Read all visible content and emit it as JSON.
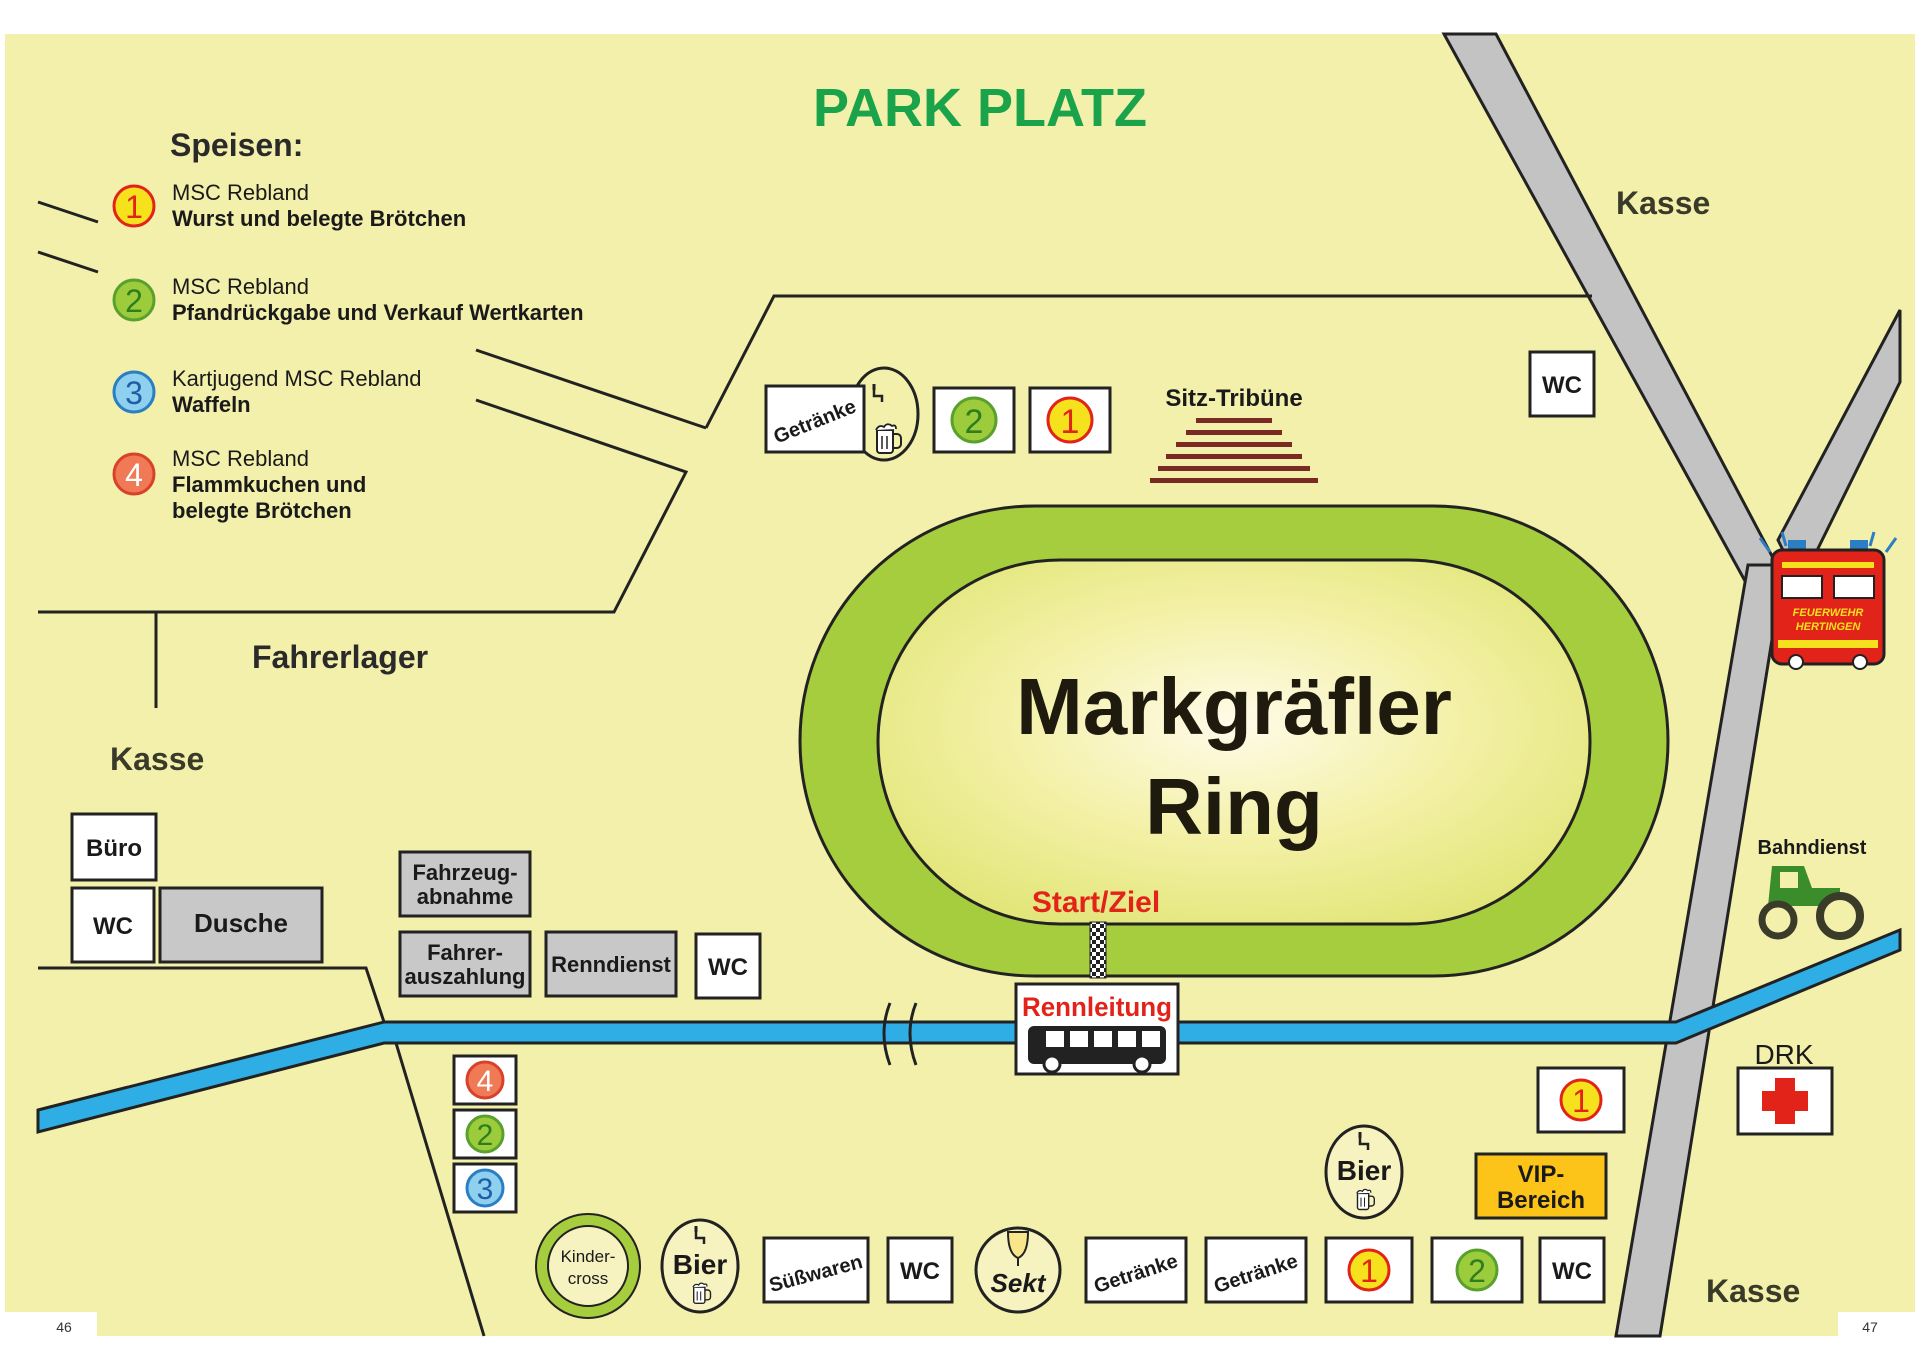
{
  "map": {
    "title": "PARK PLATZ",
    "track_name_line1": "Markgräfler",
    "track_name_line2": "Ring",
    "start_finish": "Start/Ziel",
    "race_control": "Rennleitung",
    "grandstand": "Sitz-Tribüne",
    "paddock": "Fahrerlager",
    "cash_desks": [
      "Kasse",
      "Kasse",
      "Kasse"
    ],
    "office": "Büro",
    "shower": "Dusche",
    "wc": "WC",
    "vehicle_inspection": [
      "Fahrzeug-",
      "abnahme"
    ],
    "driver_payout": [
      "Fahrer-",
      "auszahlung"
    ],
    "race_service": "Renndienst",
    "rail_service": "Bahndienst",
    "first_aid": "DRK",
    "fire_brigade": [
      "FEUERWEHR",
      "HERTINGEN"
    ],
    "vip_area": [
      "VIP-",
      "Bereich"
    ],
    "kids_cross": [
      "Kinder-",
      "cross"
    ],
    "beer": "Bier",
    "sparkling_wine": "Sekt",
    "drinks": "Getränke",
    "sweets": "Süßwaren",
    "page_left": "46",
    "page_right": "47"
  },
  "legend": {
    "title": "Speisen:",
    "items": [
      {
        "number": "1",
        "vendor": "MSC Rebland",
        "offer_lines": [
          "Wurst und belegte Brötchen"
        ],
        "color": "#f6e21c",
        "ring": "#e2231a"
      },
      {
        "number": "2",
        "vendor": "MSC Rebland",
        "offer_lines": [
          "Pfandrückgabe und Verkauf Wertkarten"
        ],
        "color": "#9ccc3c",
        "ring": "#5aa02c"
      },
      {
        "number": "3",
        "vendor": "Kartjugend MSC Rebland",
        "offer_lines": [
          "Waffeln"
        ],
        "color": "#8fd0ef",
        "ring": "#2a7fc2"
      },
      {
        "number": "4",
        "vendor": "MSC Rebland",
        "offer_lines": [
          "Flammkuchen und",
          "belegte Brötchen"
        ],
        "color": "#ef7a55",
        "ring": "#d9412a"
      }
    ]
  },
  "colors": {
    "background": "#f2f0ab",
    "track": "#a6cd3e",
    "infield": "#ecec8e",
    "title_green": "#1aa34a",
    "road_grey": "#c3c3c3",
    "river_blue": "#2faee5",
    "red": "#e2231a",
    "box_grey": "#c8c8c8",
    "vip_yellow": "#fcc418",
    "tractor_green": "#3b8c2a"
  },
  "icons": [
    "beer-mug-icon",
    "champagne-glass-icon",
    "bus-icon",
    "tractor-icon",
    "fire-truck-icon",
    "red-cross-icon",
    "checkered-flag-icon",
    "grandstand-icon"
  ]
}
